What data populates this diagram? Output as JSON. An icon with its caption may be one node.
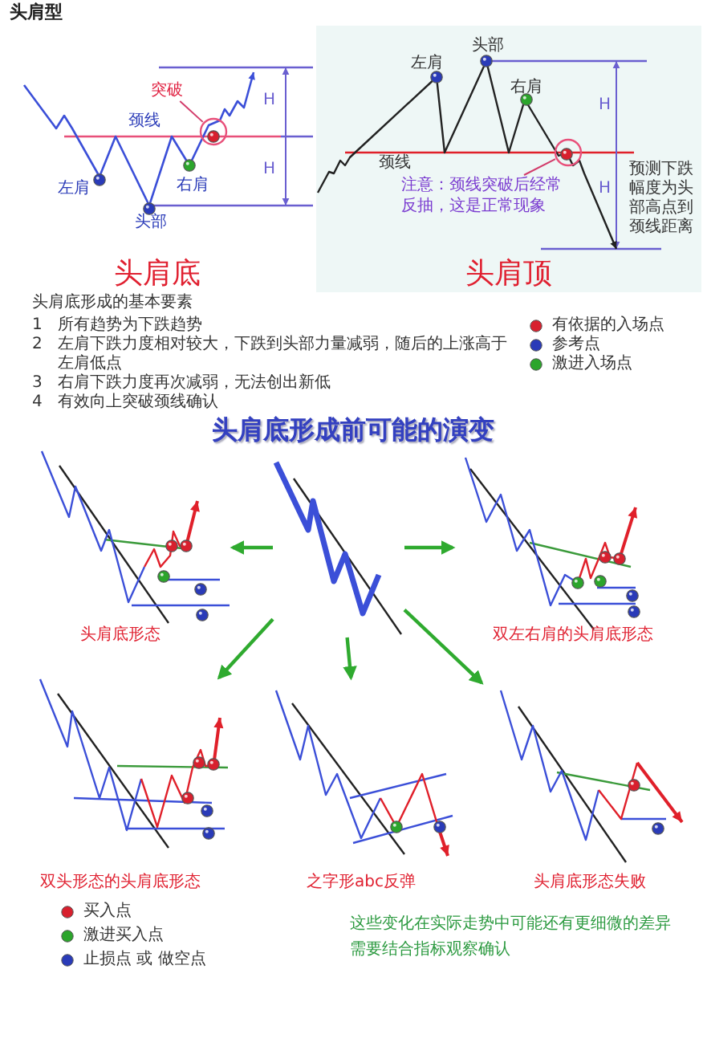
{
  "diagram": {
    "title": "头肩型",
    "nodes": [
      {
        "text": [
          "头肩底"
        ]
      },
      {
        "text": [
          "突破"
        ],
        "in": 0
      },
      {
        "text": [],
        "shape": "circle",
        "in": 0
      },
      {
        "text": [
          "头肩顶"
        ]
      },
      {
        "text": [
          "注意：颈线突破后经常反抽，这是正常现象"
        ],
        "in": 3
      },
      {
        "text": [],
        "shape": "circle",
        "in": 3
      },
      {
        "text": [],
        "shape": "picture"
      },
      {
        "text": [
          "头肩底形态"
        ]
      },
      {
        "text": [
          "双左右肩的头肩底形态"
        ]
      },
      {
        "text": [
          "双头形态的头肩底形态"
        ]
      },
      {
        "text": [
          "之字形abc反弹"
        ]
      },
      {
        "text": [
          "头肩底形态失败"
        ]
      }
    ],
    "edges": [
      {
        "from": 1,
        "to": 2,
        "arrow": "none",
        "color": "#d23b6a"
      },
      {
        "from": 4,
        "to": 5,
        "arrow": "none",
        "color": "#d23b6a"
      },
      {
        "from": 6,
        "to": 7,
        "arrow": "to"
      },
      {
        "from": 6,
        "to": 8,
        "arrow": "to"
      },
      {
        "from": 6,
        "to": 9,
        "arrow": "to"
      },
      {
        "from": 6,
        "to": 10,
        "arrow": "to"
      },
      {
        "from": 6,
        "to": 11,
        "arrow": "to"
      }
    ],
    "labels": [
      "颈线",
      "左肩",
      "头部",
      "右肩",
      "H",
      "H",
      "左肩",
      "头部",
      "右肩",
      "颈线",
      "H",
      "H",
      "预测下跌幅度为头部高点到颈线距离",
      "头肩底形成的基本要素",
      "1",
      "所有趋势为下跌趋势",
      "2",
      "左肩下跌力度相对较大，下跌到头部力量减弱，随后的上涨高于左肩低点",
      "3",
      "右肩下跌力度再次减弱，无法创出新低",
      "4",
      "有效向上突破颈线确认",
      "头肩底形成前可能的演变",
      "这些变化在实际走势中可能还有更细微的差异需要结合指标观察确认"
    ],
    "legend": [
      {
        "text": "有依据的入场点",
        "color": "#d8202e"
      },
      {
        "text": "参考点",
        "color": "#2a3bb8"
      },
      {
        "text": "激进入场点",
        "color": "#2ca52c"
      },
      {
        "text": "买入点",
        "color": "#d8202e"
      },
      {
        "text": "激进买入点",
        "color": "#2ca52c"
      },
      {
        "text": "止损点 或 做空点",
        "color": "#2a3bb8"
      }
    ]
  }
}
